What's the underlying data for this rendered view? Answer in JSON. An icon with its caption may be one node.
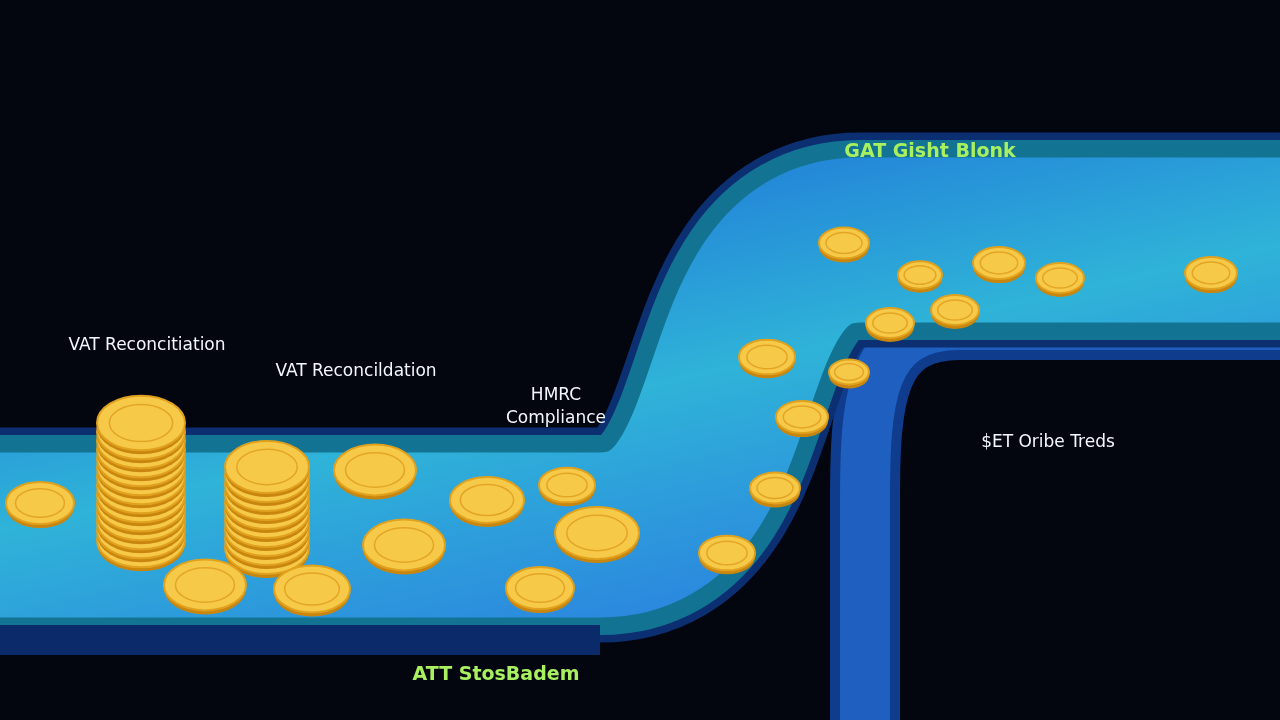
{
  "diagram": {
    "labels": [
      "GAT Gisht Blonk",
      "VAT Reconcitiation",
      "VAT Reconcildation",
      "HMRC Compliance",
      "$ET Oribe Treds",
      "ATT StosBadem"
    ]
  }
}
